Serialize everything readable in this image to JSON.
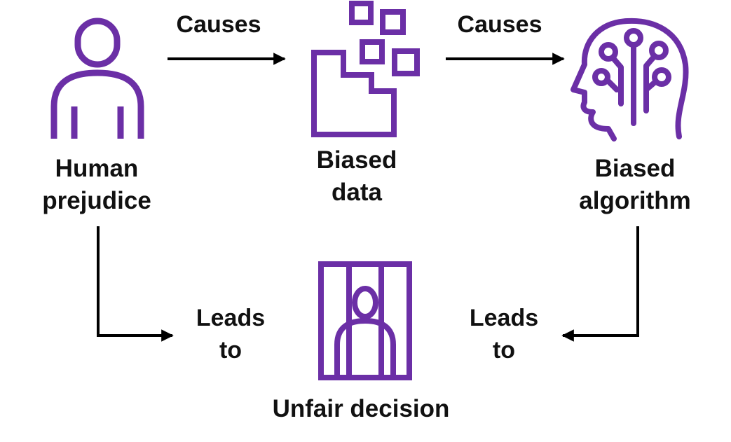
{
  "colors": {
    "accent": "#6b2fa6",
    "text": "#111111",
    "arrow": "#000000",
    "background": "#ffffff"
  },
  "nodes": {
    "human_prejudice": {
      "icon": "person-icon",
      "line1": "Human",
      "line2": "prejudice"
    },
    "biased_data": {
      "icon": "data-fragments-icon",
      "line1": "Biased",
      "line2": "data"
    },
    "biased_algorithm": {
      "icon": "ai-head-icon",
      "line1": "Biased",
      "line2": "algorithm"
    },
    "unfair_decision": {
      "icon": "prisoner-behind-bars-icon",
      "label": "Unfair decision"
    }
  },
  "edges": {
    "prejudice_to_data": {
      "line1": "Causes"
    },
    "data_to_algorithm": {
      "line1": "Causes"
    },
    "prejudice_to_decision": {
      "line1": "Leads",
      "line2": "to"
    },
    "algorithm_to_decision": {
      "line1": "Leads",
      "line2": "to"
    }
  }
}
